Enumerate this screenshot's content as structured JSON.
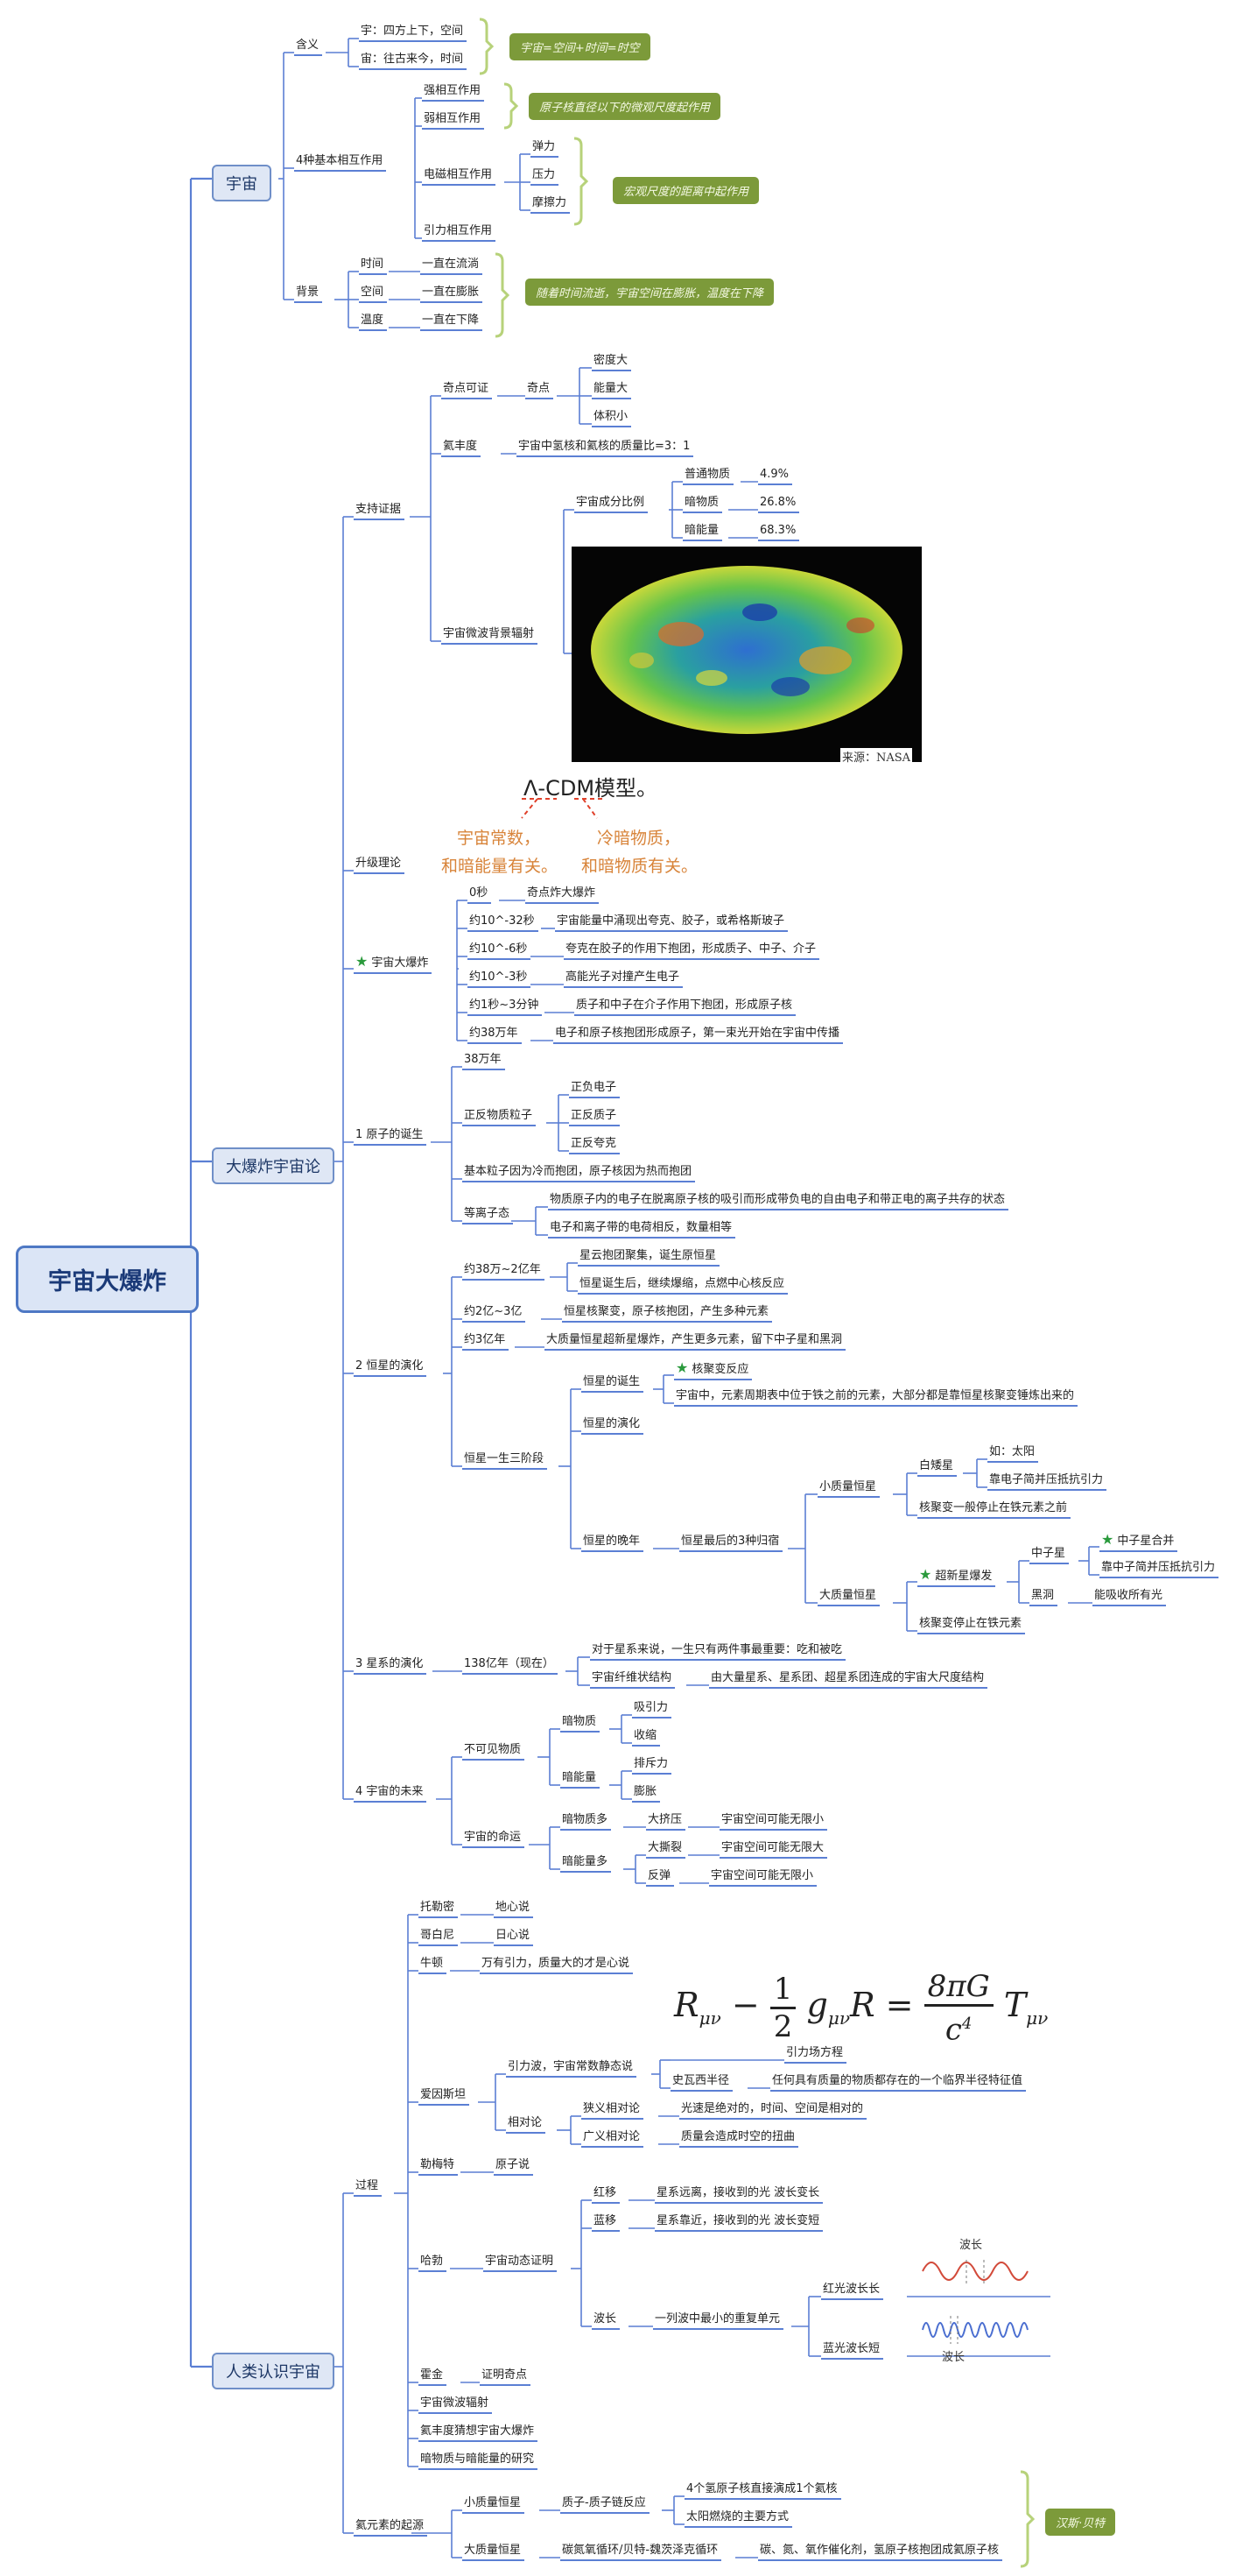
{
  "root": {
    "title": "宇宙大爆炸"
  },
  "sections": {
    "universe": "宇宙",
    "bigbang": "大爆炸宇宙论",
    "cognition": "人类认识宇宙"
  },
  "universe": {
    "meaning": "含义",
    "yu_space": "宇：四方上下，空间",
    "zhou_time": "宙：往古来今，时间",
    "meaning_note": "宇宙=空间+时间=时空",
    "forces": "4种基本相互作用",
    "strong": "强相互作用",
    "weak": "弱相互作用",
    "em": "电磁相互作用",
    "gravity": "引力相互作用",
    "nuclear_note": "原子核直径以下的微观尺度起作用",
    "elastic": "弹力",
    "pressure": "压力",
    "friction": "摩擦力",
    "macro_note": "宏观尺度的距离中起作用",
    "background": "背景",
    "time": "时间",
    "space": "空间",
    "temperature": "温度",
    "time_v": "一直在流淌",
    "space_v": "一直在膨胀",
    "temp_v": "一直在下降",
    "bg_note": "随着时间流逝，宇宙空间在膨胀，温度在下降"
  },
  "evidence": {
    "label": "支持证据",
    "singularity": "奇点可证",
    "point": "奇点",
    "high_density": "密度大",
    "high_energy": "能量大",
    "small_volume": "体积小",
    "helium": "氦丰度",
    "helium_v": "宇宙中氢核和氦核的质量比=3：1",
    "cmb": "宇宙微波背景辐射",
    "composition": "宇宙成分比例",
    "ordinary": "普通物质",
    "ordinary_v": "4.9%",
    "dark_matter": "暗物质",
    "dark_matter_v": "26.8%",
    "dark_energy": "暗能量",
    "dark_energy_v": "68.3%",
    "source": "来源：NASA"
  },
  "upgrade": {
    "label": "升级理论",
    "model": "Λ-CDM模型。",
    "left1": "宇宙常数，",
    "left2": "和暗能量有关。",
    "right1": "冷暗物质，",
    "right2": "和暗物质有关。"
  },
  "bigbang": {
    "label": "宇宙大爆炸",
    "rows": [
      {
        "t": "0秒",
        "d": "奇点炸大爆炸"
      },
      {
        "t": "约10^-32秒",
        "d": "宇宙能量中涌现出夸克、胶子，或希格斯玻子"
      },
      {
        "t": "约10^-6秒",
        "d": "夸克在胶子的作用下抱团，形成质子、中子、介子"
      },
      {
        "t": "约10^-3秒",
        "d": "高能光子对撞产生电子"
      },
      {
        "t": "约1秒~3分钟",
        "d": "质子和中子在介子作用下抱团，形成原子核"
      },
      {
        "t": "约38万年",
        "d": "电子和原子核抱团形成原子，第一束光开始在宇宙中传播"
      }
    ]
  },
  "atom": {
    "label": "1 原子的诞生",
    "years": "38万年",
    "anti": "正反物质粒子",
    "pos_e": "正负电子",
    "anti_p": "正反质子",
    "anti_q": "正反夸克",
    "basic": "基本粒子因为冷而抱团，原子核因为热而抱团",
    "plasma": "等离子态",
    "plasma1": "物质原子内的电子在脱离原子核的吸引而形成带负电的自由电子和带正电的离子共存的状态",
    "plasma2": "电子和离子带的电荷相反，数量相等"
  },
  "star": {
    "label": "2 恒星的演化",
    "r1": "约38万~2亿年",
    "r1a": "星云抱团聚集，诞生原恒星",
    "r1b": "恒星诞生后，继续爆缩，点燃中心核反应",
    "r2": "约2亿~3亿",
    "r2d": "恒星核聚变，原子核抱团，产生多种元素",
    "r3": "约3亿年",
    "r3d": "大质量恒星超新星爆炸，产生更多元素，留下中子星和黑洞",
    "life": "恒星一生三阶段",
    "birth": "恒星的诞生",
    "fusion": "核聚变反应",
    "fusion_d": "宇宙中，元素周期表中位于铁之前的元素，大部分都是靠恒星核聚变锤炼出来的",
    "evolution": "恒星的演化",
    "late": "恒星的晚年",
    "fate": "恒星最后的3种归宿",
    "small": "小质量恒星",
    "white_dwarf": "白矮星",
    "sun": "如：太阳",
    "electron": "靠电子简并压抵抗引力",
    "small_stop": "核聚变一般停止在铁元素之前",
    "large": "大质量恒星",
    "supernova": "超新星爆发",
    "neutron": "中子星",
    "merge": "中子星合并",
    "neutron_p": "靠中子简并压抵抗引力",
    "blackhole": "黑洞",
    "bh_d": "能吸收所有光",
    "large_stop": "核聚变停止在铁元素"
  },
  "galaxy": {
    "label": "3 星系的演化",
    "now": "138亿年（现在）",
    "g1": "对于星系来说，一生只有两件事最重要：吃和被吃",
    "g2": "宇宙纤维状结构",
    "g2d": "由大量星系、星系团、超星系团连成的宇宙大尺度结构"
  },
  "future": {
    "label": "4 宇宙的未来",
    "invisible": "不可见物质",
    "dm": "暗物质",
    "attract": "吸引力",
    "shrink": "收缩",
    "de": "暗能量",
    "repel": "排斥力",
    "expand": "膨胀",
    "fate": "宇宙的命运",
    "dm_more": "暗物质多",
    "crunch": "大挤压",
    "crunch_d": "宇宙空间可能无限小",
    "de_more": "暗能量多",
    "rip": "大撕裂",
    "rip_d": "宇宙空间可能无限大",
    "bounce": "反弹",
    "bounce_d": "宇宙空间可能无限小"
  },
  "process": {
    "label": "过程",
    "ptolemy": "托勒密",
    "geo": "地心说",
    "copernicus": "哥白尼",
    "helio": "日心说",
    "newton": "牛顿",
    "newton_d": "万有引力，质量大的才是心说",
    "einstein": "爱因斯坦",
    "grav_wave": "引力波，宇宙常数静态说",
    "field_eq": "引力场方程",
    "schwarz": "史瓦西半径",
    "schwarz_d": "任何具有质量的物质都存在的一个临界半径特征值",
    "relativity": "相对论",
    "special": "狭义相对论",
    "special_d": "光速是绝对的，时间、空间是相对的",
    "general": "广义相对论",
    "general_d": "质量会造成时空的扭曲",
    "lemaitre": "勒梅特",
    "atom_theory": "原子说",
    "hubble": "哈勃",
    "dynamic": "宇宙动态证明",
    "redshift": "红移",
    "red_d": "星系远离，接收到的光 波长变长",
    "blueshift": "蓝移",
    "blue_d": "星系靠近，接收到的光 波长变短",
    "wavelength": "波长",
    "wl_d": "一列波中最小的重复单元",
    "red_long": "红光波长长",
    "blue_short": "蓝光波长短",
    "wave_label": "波长",
    "hawking": "霍金",
    "singular": "证明奇点",
    "cmb": "宇宙微波辐射",
    "helium": "氦丰度猜想宇宙大爆炸",
    "dark": "暗物质与暗能量的研究"
  },
  "helium": {
    "label": "氦元素的起源",
    "small": "小质量恒星",
    "pp": "质子-质子链反应",
    "pp1": "4个氢原子核直接演成1个氦核",
    "pp2": "太阳燃烧的主要方式",
    "large": "大质量恒星",
    "cno": "碳氮氧循环/贝特-魏茨泽克循环",
    "cno_d": "碳、氮、氧作催化剂，氢原子核抱团成氦原子核",
    "note": "汉斯·贝特"
  },
  "colors": {
    "branch": "#5b7fd4",
    "note_bg": "#7c9a3a",
    "bracket": "#b7d27a",
    "orange": "#d8843a",
    "star": "#2a9a3c"
  }
}
